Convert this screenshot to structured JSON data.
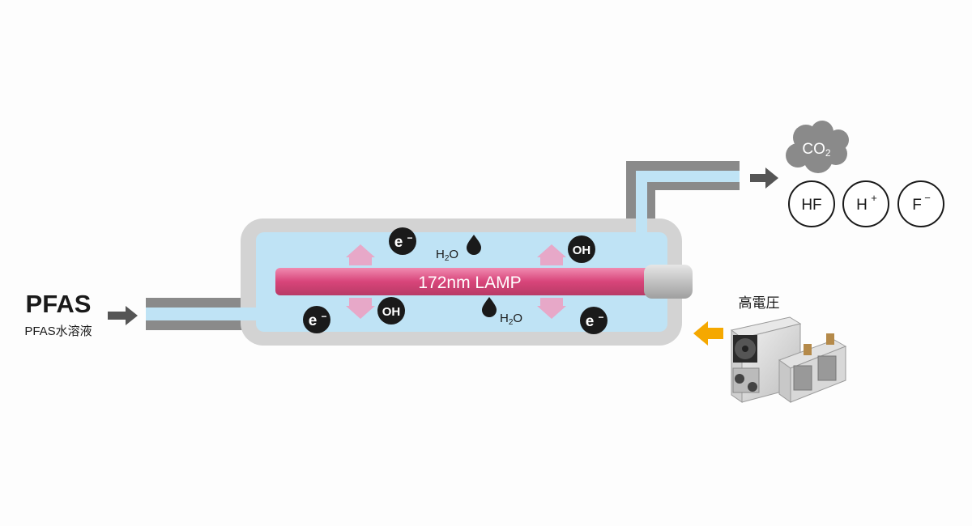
{
  "input": {
    "title": "PFAS",
    "subtitle": "PFAS水溶液"
  },
  "lamp": {
    "label": "172nm LAMP"
  },
  "species": {
    "electron": "e",
    "electron_sign": "−",
    "hydroxyl": "OH",
    "water_h": "H",
    "water_sub": "2",
    "water_o": "O"
  },
  "outputs": {
    "co2_main": "CO",
    "co2_sub": "2",
    "hf": "HF",
    "h_main": "H",
    "h_sup": "+",
    "f_main": "F",
    "f_sup": "−"
  },
  "power": {
    "label": "高電圧",
    "icon": "power-supply-units"
  },
  "colors": {
    "water": "#bfe3f5",
    "housing": "#d3d3d3",
    "lamp": "#d9577f",
    "arrow_pink": "#e7a8c8",
    "arrow_dark": "#555555",
    "arrow_power": "#f5a800"
  }
}
